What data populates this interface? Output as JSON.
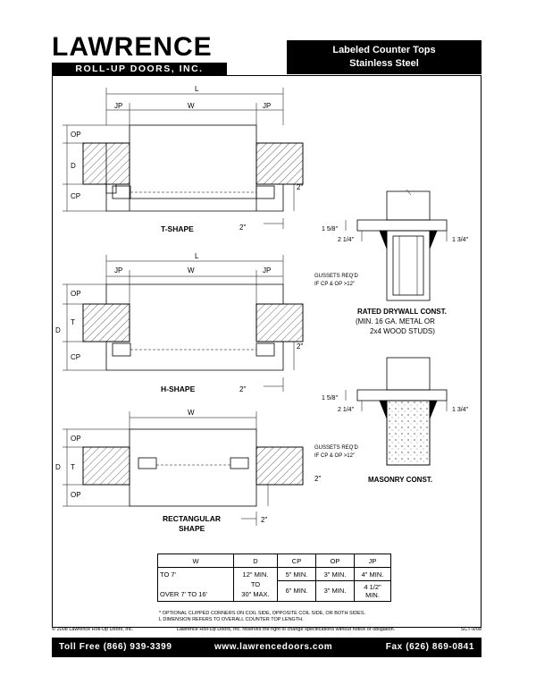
{
  "brand": {
    "name": "LAWRENCE",
    "sub": "ROLL-UP DOORS, INC."
  },
  "title": {
    "line1": "Labeled Counter Tops",
    "line2": "Stainless Steel"
  },
  "dims": {
    "L": "L",
    "W": "W",
    "JP": "JP",
    "OP": "OP",
    "D": "D",
    "CP": "CP",
    "T": "T",
    "two": "2\""
  },
  "shapes": {
    "t": "T-SHAPE",
    "h": "H-SHAPE",
    "rect1": "RECTANGULAR",
    "rect2": "SHAPE"
  },
  "drywall": {
    "d1": "1 5/8\"",
    "d2": "2 1/4\"",
    "d3": "1 3/4\"",
    "g1": "GUSSETS REQ'D",
    "g2": "IF CP & OP >12\"",
    "c1": "RATED DRYWALL CONST.",
    "c2": "(MIN. 16 GA. METAL OR",
    "c3": "2x4 WOOD STUDS)"
  },
  "masonry": {
    "d1": "1 5/8\"",
    "d2": "2 1/4\"",
    "d3": "1 3/4\"",
    "g1": "GUSSETS REQ'D",
    "g2": "IF CP & OP >12\"",
    "c1": "MASONRY CONST."
  },
  "table": {
    "headers": [
      "W",
      "D",
      "CP",
      "OP",
      "JP"
    ],
    "r1": [
      "TO 7'",
      "12\" MIN.",
      "5\" MIN.",
      "3\" MIN.",
      "4\" MIN."
    ],
    "to": "TO",
    "r2": [
      "OVER 7' TO 16'",
      "30\" MAX.",
      "6\" MIN.",
      "3\" MIN.",
      "4 1/2\" MIN."
    ]
  },
  "notes": {
    "n1": "* OPTIONAL CLIPPED CORNERS ON COIL SIDE, OPPOSITE COIL SIDE, OR BOTH SIDES.",
    "n2": "L DIMENSION REFERS TO OVERALL COUNTER TOP LENGTH."
  },
  "footer": {
    "copy": "© 2008 Lawrence Roll-Up Doors, Inc.",
    "notice": "Lawrence Roll-Up Doors, Inc. reserves the right to change specifications without notice or obligation.",
    "code": "SCT-9/08"
  },
  "contact": {
    "tollfree": "Toll Free (866) 939-3399",
    "web": "www.lawrencedoors.com",
    "fax": "Fax (626) 869-0841"
  }
}
